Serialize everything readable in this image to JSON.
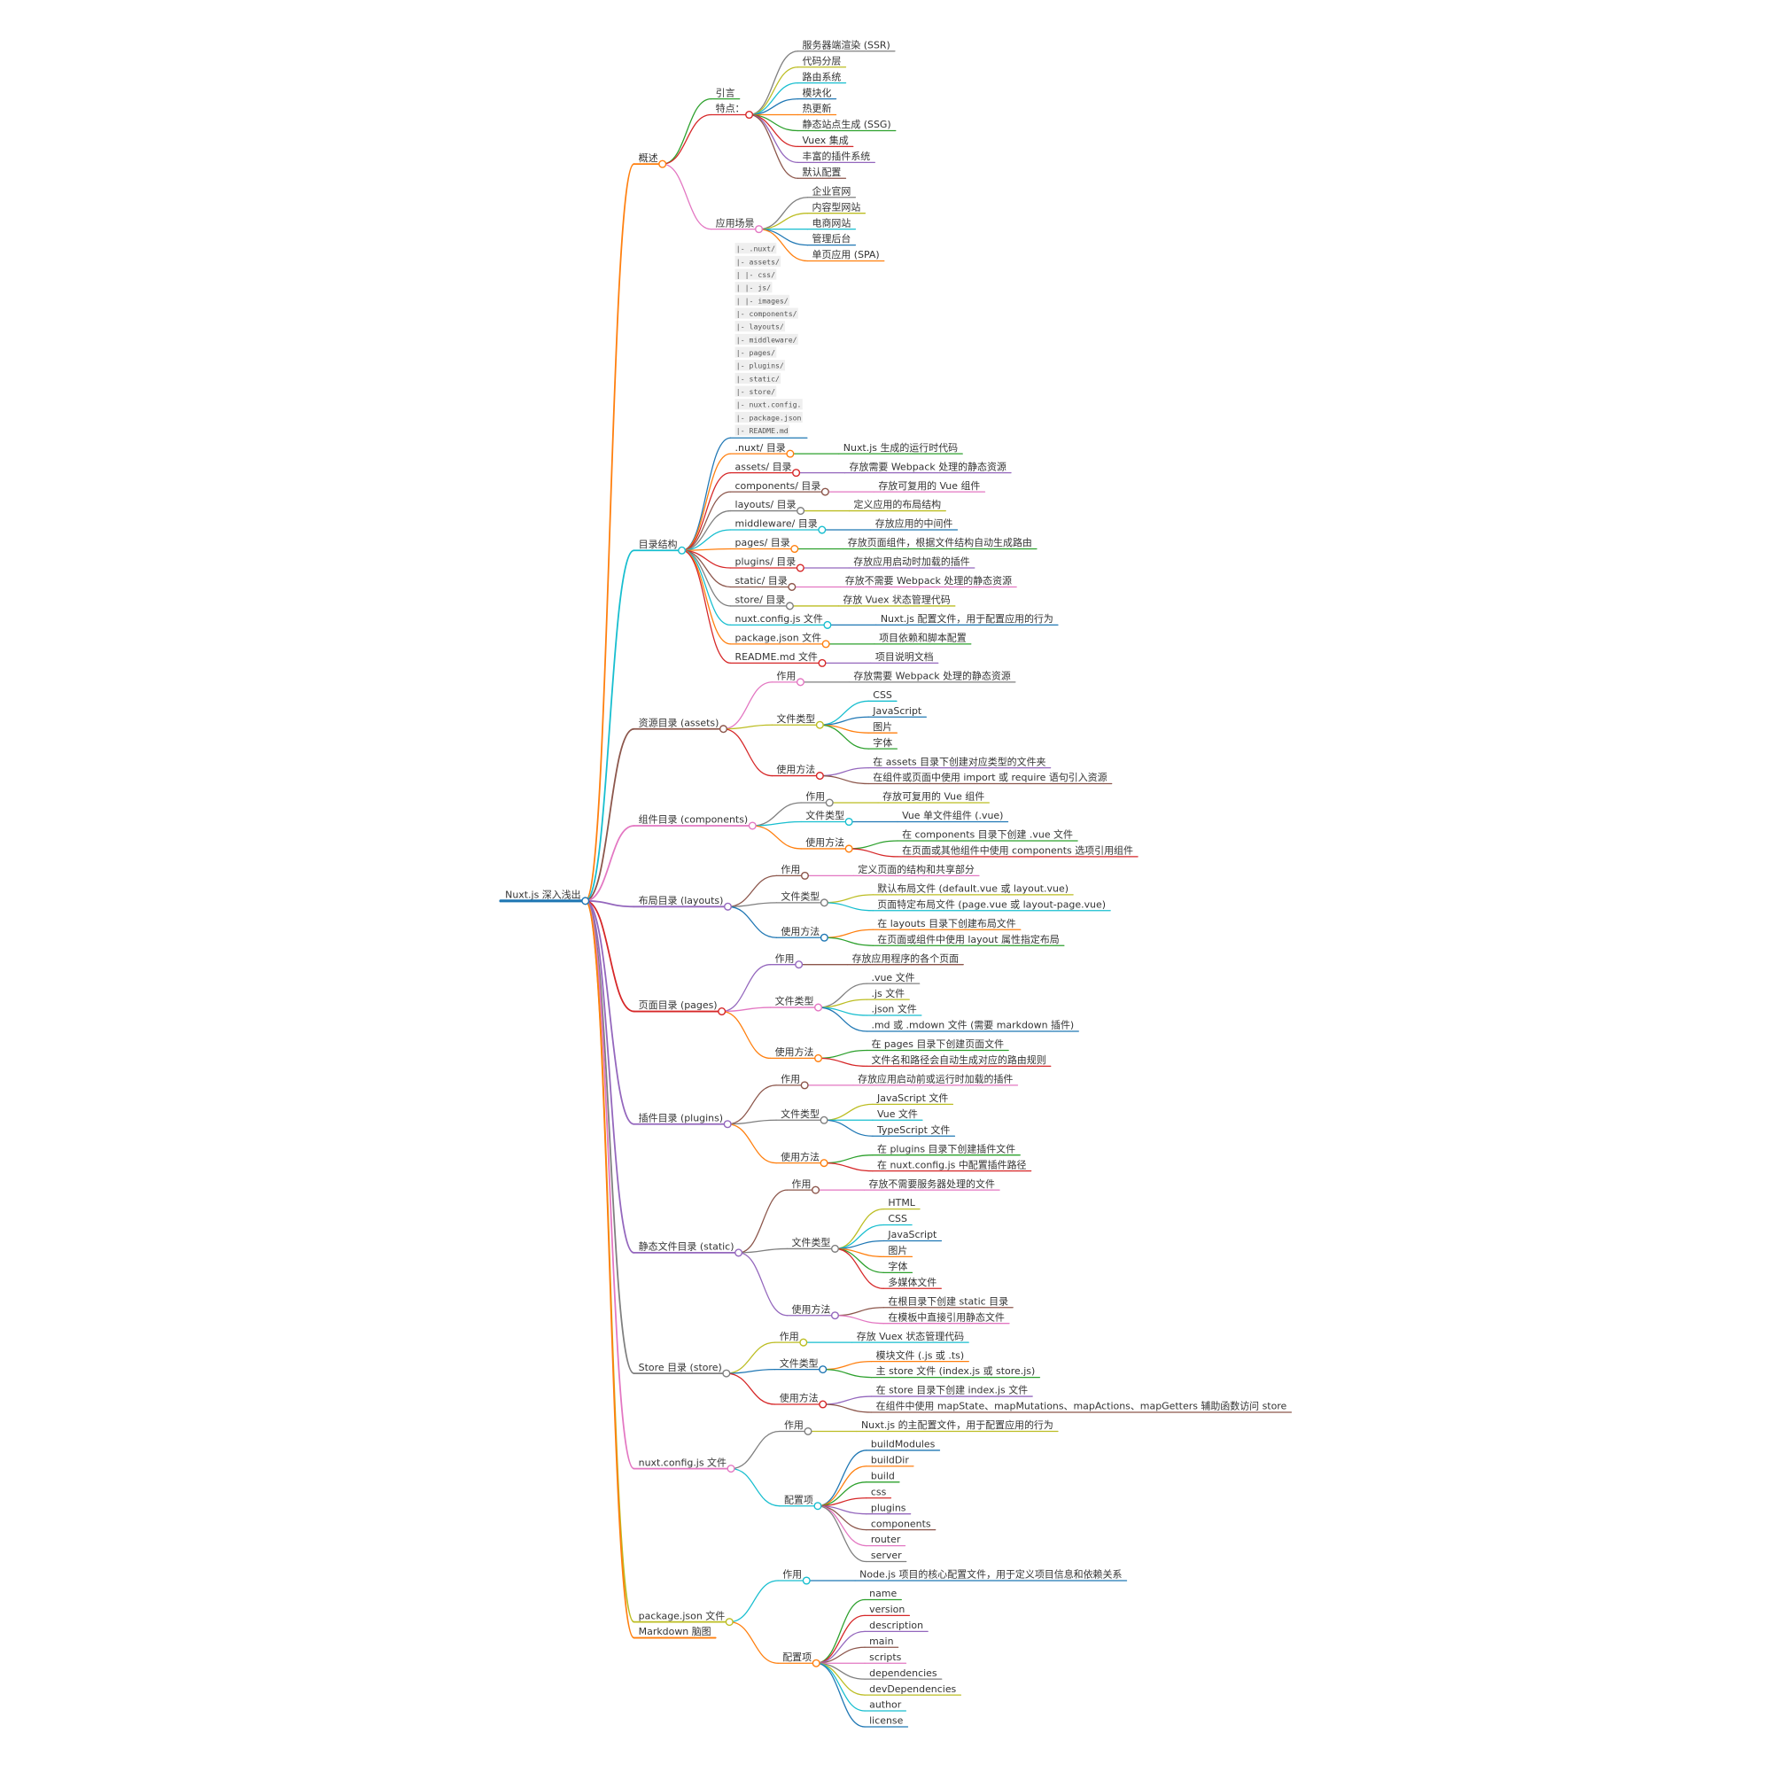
{
  "palette": [
    "#1f77b4",
    "#ff7f0e",
    "#2ca02c",
    "#d62728",
    "#9467bd",
    "#8c564b",
    "#e377c2",
    "#7f7f7f",
    "#bcbd22",
    "#17becf"
  ],
  "mindmap": {
    "label": "Nuxt.js 深入浅出",
    "color": "#1f77b4",
    "children": [
      {
        "label": "概述",
        "children": [
          {
            "label": "引言"
          },
          {
            "label": "特点：",
            "children": [
              {
                "label": "服务器端渲染 (SSR)",
                "color": "#7f7f7f"
              },
              {
                "label": "代码分层"
              },
              {
                "label": "路由系统"
              },
              {
                "label": "模块化"
              },
              {
                "label": "热更新"
              },
              {
                "label": "静态站点生成 (SSG)"
              },
              {
                "label": "Vuex 集成"
              },
              {
                "label": "丰富的插件系统"
              },
              {
                "label": "默认配置"
              }
            ]
          },
          {
            "label": "应用场景",
            "children": [
              {
                "label": "企业官网"
              },
              {
                "label": "内容型网站"
              },
              {
                "label": "电商网站"
              },
              {
                "label": "管理后台"
              },
              {
                "label": "单页应用 (SPA)"
              }
            ]
          }
        ]
      },
      {
        "label": "目录结构",
        "color": "#17becf",
        "children": [
          {
            "code_lines": [
              "|- .nuxt/",
              "|- assets/",
              "|    |- css/",
              "|    |- js/",
              "|    |- images/",
              "|- components/",
              "|- layouts/",
              "|- middleware/",
              "|- pages/",
              "|- plugins/",
              "|- static/",
              "|- store/",
              "|- nuxt.config.",
              "|- package.json",
              "|- README.md"
            ]
          },
          {
            "label": ".nuxt/ 目录",
            "children": [
              {
                "label": "Nuxt.js 生成的运行时代码"
              }
            ]
          },
          {
            "label": "assets/ 目录",
            "children": [
              {
                "label": "存放需要 Webpack 处理的静态资源"
              }
            ]
          },
          {
            "label": "components/ 目录",
            "children": [
              {
                "label": "存放可复用的 Vue 组件"
              }
            ]
          },
          {
            "label": "layouts/ 目录",
            "children": [
              {
                "label": "定义应用的布局结构"
              }
            ]
          },
          {
            "label": "middleware/ 目录",
            "children": [
              {
                "label": "存放应用的中间件"
              }
            ]
          },
          {
            "label": "pages/ 目录",
            "children": [
              {
                "label": "存放页面组件，根据文件结构自动生成路由"
              }
            ]
          },
          {
            "label": "plugins/ 目录",
            "children": [
              {
                "label": "存放应用启动时加载的插件"
              }
            ]
          },
          {
            "label": "static/ 目录",
            "children": [
              {
                "label": "存放不需要 Webpack 处理的静态资源"
              }
            ]
          },
          {
            "label": "store/ 目录",
            "children": [
              {
                "label": "存放 Vuex 状态管理代码"
              }
            ]
          },
          {
            "label": "nuxt.config.js 文件",
            "children": [
              {
                "label": "Nuxt.js 配置文件，用于配置应用的行为"
              }
            ]
          },
          {
            "label": "package.json 文件",
            "children": [
              {
                "label": "项目依赖和脚本配置"
              }
            ]
          },
          {
            "label": "README.md 文件",
            "children": [
              {
                "label": "项目说明文档"
              }
            ]
          }
        ]
      },
      {
        "label": "资源目录 (assets)",
        "children": [
          {
            "label": "作用",
            "children": [
              {
                "label": "存放需要 Webpack 处理的静态资源"
              }
            ]
          },
          {
            "label": "文件类型",
            "children": [
              {
                "label": "CSS"
              },
              {
                "label": "JavaScript"
              },
              {
                "label": "图片"
              },
              {
                "label": "字体"
              }
            ]
          },
          {
            "label": "使用方法",
            "children": [
              {
                "label": "在 assets 目录下创建对应类型的文件夹"
              },
              {
                "label": "在组件或页面中使用 import 或 require 语句引入资源"
              }
            ]
          }
        ]
      },
      {
        "label": "组件目录 (components)",
        "children": [
          {
            "label": "作用",
            "children": [
              {
                "label": "存放可复用的 Vue 组件"
              }
            ]
          },
          {
            "label": "文件类型",
            "children": [
              {
                "label": "Vue 单文件组件 (.vue)"
              }
            ]
          },
          {
            "label": "使用方法",
            "children": [
              {
                "label": "在 components 目录下创建 .vue 文件"
              },
              {
                "label": "在页面或其他组件中使用 components 选项引用组件"
              }
            ]
          }
        ]
      },
      {
        "label": "布局目录 (layouts)",
        "children": [
          {
            "label": "作用",
            "children": [
              {
                "label": "定义页面的结构和共享部分"
              }
            ]
          },
          {
            "label": "文件类型",
            "children": [
              {
                "label": "默认布局文件 (default.vue 或 layout.vue)"
              },
              {
                "label": "页面特定布局文件 (page.vue 或 layout-page.vue)"
              }
            ]
          },
          {
            "label": "使用方法",
            "children": [
              {
                "label": "在 layouts 目录下创建布局文件"
              },
              {
                "label": "在页面或组件中使用 layout 属性指定布局"
              }
            ]
          }
        ]
      },
      {
        "label": "页面目录 (pages)",
        "children": [
          {
            "label": "作用",
            "children": [
              {
                "label": "存放应用程序的各个页面"
              }
            ]
          },
          {
            "label": "文件类型",
            "children": [
              {
                "label": ".vue 文件"
              },
              {
                "label": ".js 文件"
              },
              {
                "label": ".json 文件"
              },
              {
                "label": ".md 或 .mdown 文件 (需要 markdown 插件)"
              }
            ]
          },
          {
            "label": "使用方法",
            "children": [
              {
                "label": "在 pages 目录下创建页面文件"
              },
              {
                "label": "文件名和路径会自动生成对应的路由规则"
              }
            ]
          }
        ]
      },
      {
        "label": "插件目录 (plugins)",
        "children": [
          {
            "label": "作用",
            "children": [
              {
                "label": "存放应用启动前或运行时加载的插件"
              }
            ]
          },
          {
            "label": "文件类型",
            "children": [
              {
                "label": "JavaScript 文件"
              },
              {
                "label": "Vue 文件"
              },
              {
                "label": "TypeScript 文件"
              }
            ]
          },
          {
            "label": "使用方法",
            "children": [
              {
                "label": "在 plugins 目录下创建插件文件"
              },
              {
                "label": "在 nuxt.config.js 中配置插件路径"
              }
            ]
          }
        ]
      },
      {
        "label": "静态文件目录 (static)",
        "children": [
          {
            "label": "作用",
            "children": [
              {
                "label": "存放不需要服务器处理的文件"
              }
            ]
          },
          {
            "label": "文件类型",
            "children": [
              {
                "label": "HTML"
              },
              {
                "label": "CSS"
              },
              {
                "label": "JavaScript"
              },
              {
                "label": "图片"
              },
              {
                "label": "字体"
              },
              {
                "label": "多媒体文件"
              }
            ]
          },
          {
            "label": "使用方法",
            "children": [
              {
                "label": "在根目录下创建 static 目录"
              },
              {
                "label": "在模板中直接引用静态文件"
              }
            ]
          }
        ]
      },
      {
        "label": "Store 目录 (store)",
        "children": [
          {
            "label": "作用",
            "children": [
              {
                "label": "存放 Vuex 状态管理代码"
              }
            ]
          },
          {
            "label": "文件类型",
            "children": [
              {
                "label": "模块文件 (.js 或 .ts)"
              },
              {
                "label": "主 store 文件 (index.js 或 store.js)"
              }
            ]
          },
          {
            "label": "使用方法",
            "children": [
              {
                "label": "在 store 目录下创建 index.js 文件"
              },
              {
                "label": "在组件中使用 mapState、mapMutations、mapActions、mapGetters 辅助函数访问 store"
              }
            ]
          }
        ]
      },
      {
        "label": "nuxt.config.js 文件",
        "children": [
          {
            "label": "作用",
            "children": [
              {
                "label": "Nuxt.js 的主配置文件，用于配置应用的行为"
              }
            ]
          },
          {
            "label": "配置项",
            "children": [
              {
                "label": "buildModules"
              },
              {
                "label": "buildDir"
              },
              {
                "label": "build"
              },
              {
                "label": "css"
              },
              {
                "label": "plugins"
              },
              {
                "label": "components"
              },
              {
                "label": "router"
              },
              {
                "label": "server"
              }
            ]
          }
        ]
      },
      {
        "label": "package.json 文件",
        "children": [
          {
            "label": "作用",
            "children": [
              {
                "label": "Node.js 项目的核心配置文件，用于定义项目信息和依赖关系"
              }
            ]
          },
          {
            "label": "配置项",
            "children": [
              {
                "label": "name"
              },
              {
                "label": "version"
              },
              {
                "label": "description"
              },
              {
                "label": "main"
              },
              {
                "label": "scripts"
              },
              {
                "label": "dependencies"
              },
              {
                "label": "devDependencies"
              },
              {
                "label": "author"
              },
              {
                "label": "license"
              }
            ]
          }
        ]
      },
      {
        "label": "Markdown 脑图"
      }
    ]
  }
}
